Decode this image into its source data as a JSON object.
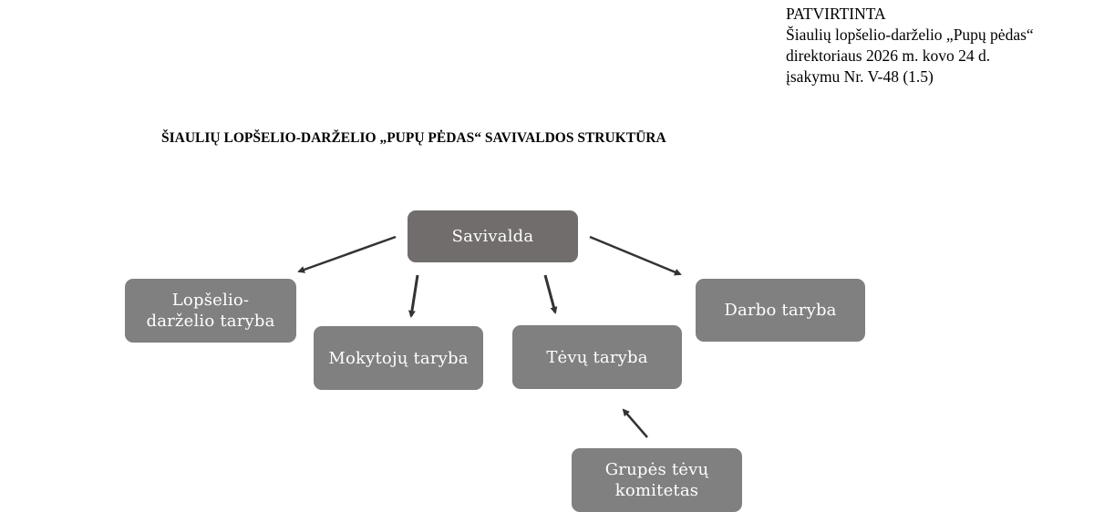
{
  "approval": {
    "lines": [
      "PATVIRTINTA",
      "Šiaulių lopšelio-darželio „Pupų pėdas“",
      "direktoriaus 2026 m. kovo 24 d.",
      "įsakymu Nr. V-48 (1.5)"
    ]
  },
  "title": "ŠIAULIŲ LOPŠELIO-DARŽELIO „PUPŲ PĖDAS“ SAVIVALDOS STRUKTŪRA",
  "diagram": {
    "root": "Savivalda",
    "nodes": {
      "lopselio_line1": "Lopšelio-",
      "lopselio_line2": "darželio taryba",
      "mokytoju": "Mokytojų taryba",
      "tevu": "Tėvų taryba",
      "darbo": "Darbo taryba",
      "grupes_line1": "Grupės tėvų",
      "grupes_line2": "komitetas"
    },
    "colors": {
      "root": "#726d6d",
      "node": "#808080",
      "arrow": "#333333"
    }
  }
}
